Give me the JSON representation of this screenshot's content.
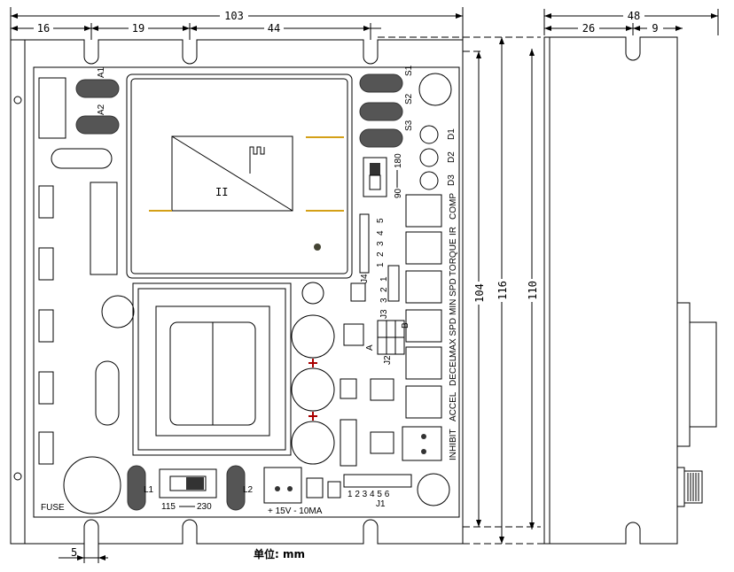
{
  "dimensions": {
    "overall_width": "103",
    "slot1": "16",
    "slot2": "19",
    "slot3": "44",
    "side_width": "48",
    "side_a": "26",
    "side_b": "9",
    "h104": "104",
    "h116": "116",
    "h110": "110",
    "edge": "5"
  },
  "unit_label": "单位: mm",
  "labels": {
    "a1": "A1",
    "a2": "A2",
    "s1": "S1",
    "s2": "S2",
    "s3": "S3",
    "d1": "D1",
    "d2": "D2",
    "d3": "D3",
    "deg180": "180",
    "deg90": "90",
    "n5": "5",
    "n4": "4",
    "n3": "3",
    "n2": "2",
    "n1": "1",
    "j4": "J4",
    "j3": "J3",
    "j2": "J2",
    "j1": "J1",
    "l3_1": "1",
    "l3_2": "2",
    "l3_3": "3",
    "comp": "COMP",
    "ir": "IR",
    "torque": "TORQUE",
    "min_spd": "MIN SPD",
    "max_spd": "MAX SPD",
    "decel": "DECEL",
    "accel": "ACCEL",
    "inhibit": "INHIBIT",
    "fuse": "FUSE",
    "l1": "L1",
    "l2": "L2",
    "v115": "115",
    "v230": "230",
    "power": "+ 15V - 10MA",
    "j1_pins": "1 2 3 4 5 6",
    "a_mark": "A",
    "b_mark": "B",
    "ii": "II"
  }
}
